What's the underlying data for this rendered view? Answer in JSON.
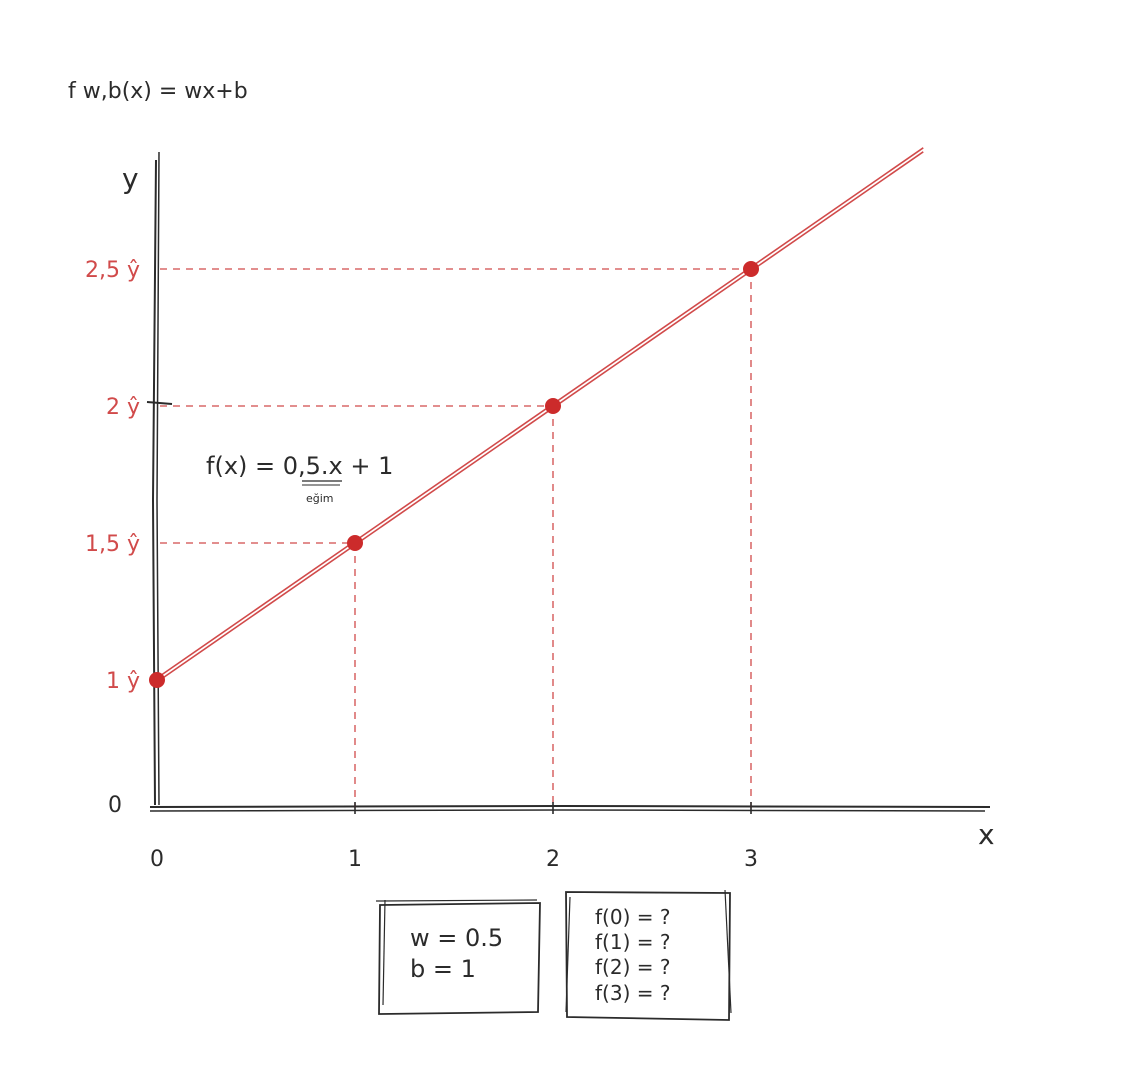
{
  "formula_general": "f w,b(x) = wx+b",
  "formula_specific": "f(x) = 0,5.x + 1",
  "slope_note": "eğim",
  "chart_data": {
    "type": "line",
    "x": [
      0,
      1,
      2,
      3
    ],
    "y": [
      1,
      1.5,
      2,
      2.5
    ],
    "xlabel": "x",
    "ylabel": "y",
    "x_ticks": [
      "0",
      "1",
      "2",
      "3"
    ],
    "y_ticks": [
      {
        "value": 1,
        "label": "1 ŷ"
      },
      {
        "value": 1.5,
        "label": "1,5 ŷ"
      },
      {
        "value": 2,
        "label": "2 ŷ"
      },
      {
        "value": 2.5,
        "label": "2,5 ŷ"
      }
    ],
    "origin_label": "0",
    "line_color": "#d14a4a",
    "point_color": "#cc2b2b"
  },
  "params_box": [
    "w = 0.5",
    "b = 1"
  ],
  "questions_box": [
    "f(0) = ?",
    "f(1) = ?",
    "f(2) = ?",
    "f(3) = ?"
  ]
}
